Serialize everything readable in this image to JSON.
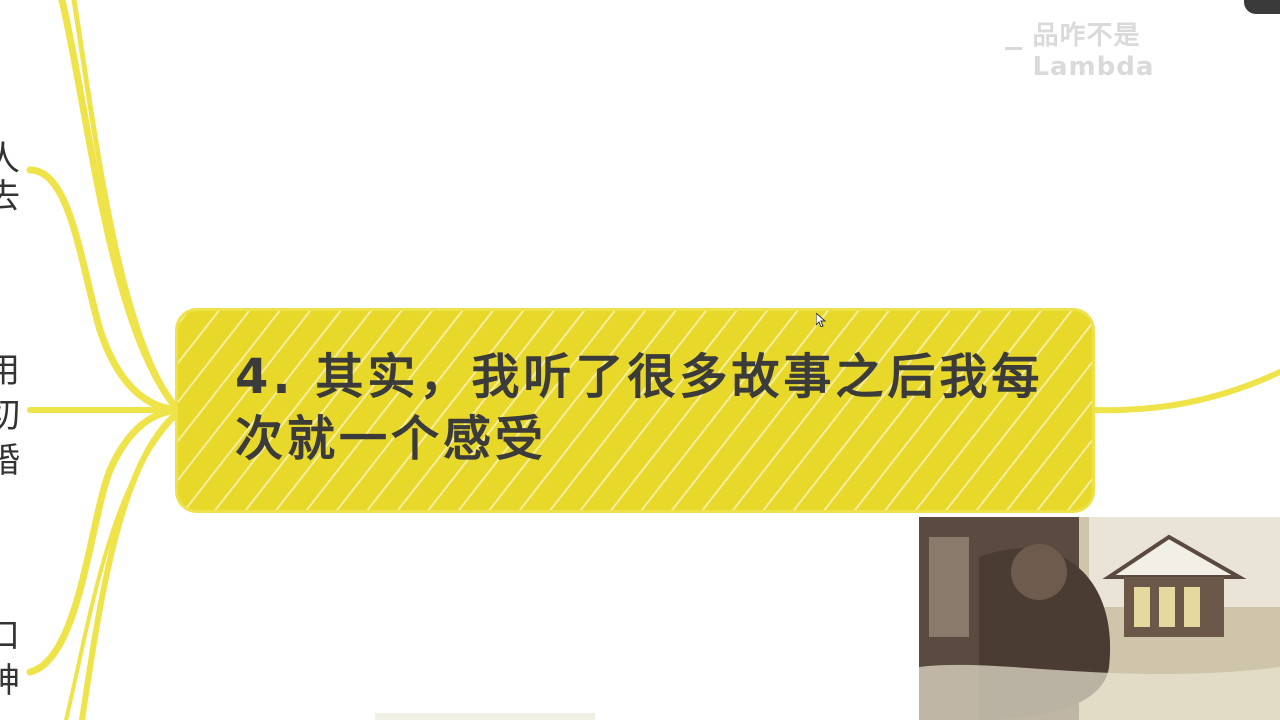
{
  "mindmap": {
    "central_node_text": "4. 其实，我听了很多故事之后我每次就一个感受",
    "left_fragments": [
      "人",
      "去",
      "用",
      "切",
      "婚",
      "口",
      "神"
    ]
  },
  "watermark": {
    "text": "品咋不是 Lambda"
  },
  "webcam": {
    "icon": "webcam-overlay"
  },
  "colors": {
    "node_fill": "#e8d82a",
    "branch": "#efe34a",
    "text": "#3b3b3b"
  }
}
